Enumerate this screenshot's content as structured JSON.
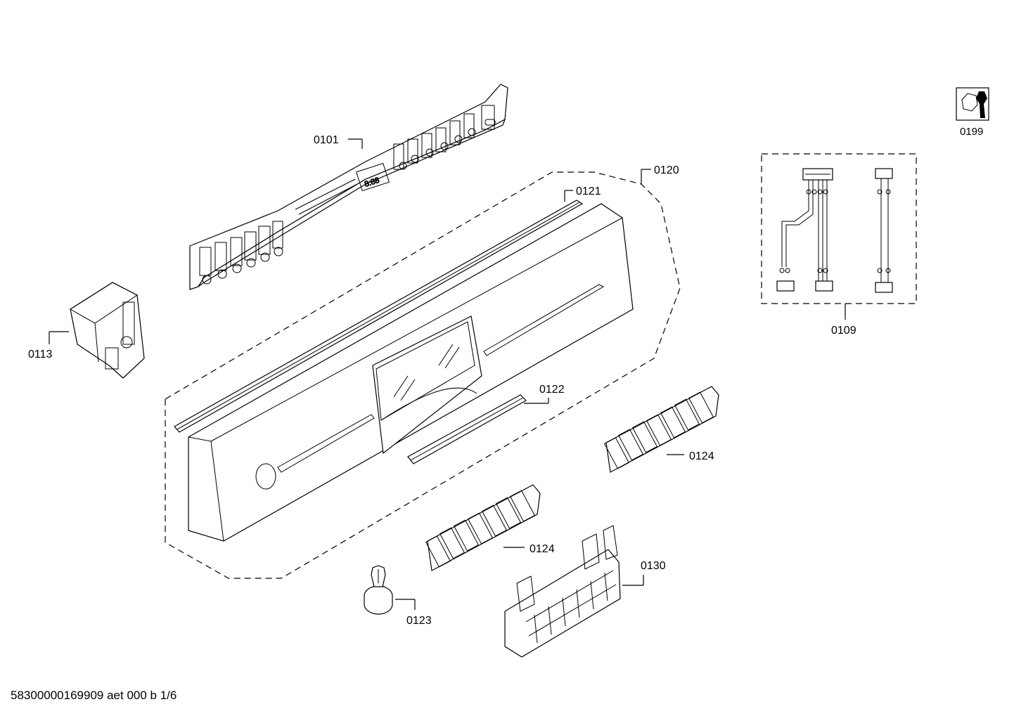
{
  "labels": {
    "p0101": "0101",
    "p0120": "0120",
    "p0121": "0121",
    "p0113": "0113",
    "p0109": "0109",
    "p0199": "0199",
    "p0122": "0122",
    "p0124a": "0124",
    "p0124b": "0124",
    "p0130": "0130",
    "p0123": "0123"
  },
  "footer": {
    "document_code": "58300000169909 aet 000 b 1/6"
  },
  "icons": {
    "service_tool": "wrench-nut-icon"
  }
}
